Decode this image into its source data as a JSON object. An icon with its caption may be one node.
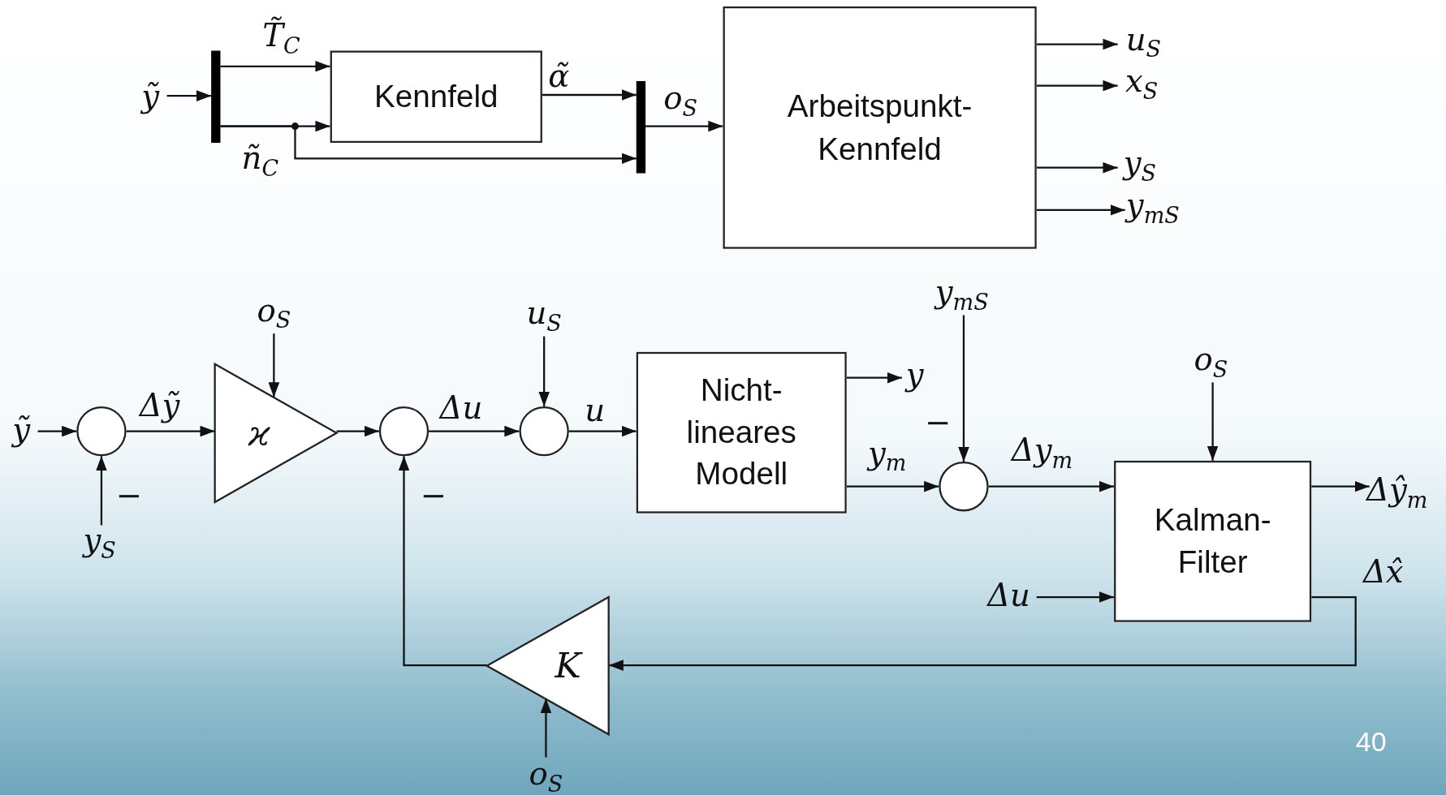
{
  "diagram": {
    "nodes": [
      {
        "text": [
          "ỹ"
        ]
      },
      {
        "text": [],
        "shape": "bar"
      },
      {
        "text": [
          "Kennfeld"
        ]
      },
      {
        "text": [],
        "shape": "bar"
      },
      {
        "text": [
          "Arbeitspunkt- Kennfeld"
        ]
      },
      {
        "text": [
          "u$_{S}$"
        ]
      },
      {
        "text": [
          "x$_{S}$"
        ]
      },
      {
        "text": [
          "y$_{S}$"
        ]
      },
      {
        "text": [
          "y$_{m}$$_{S}$"
        ]
      },
      {
        "text": [
          "ỹ"
        ]
      },
      {
        "text": [],
        "shape": "circle"
      },
      {
        "text": [
          "y$_{S}$"
        ]
      },
      {
        "text": [
          "ϰ"
        ]
      },
      {
        "text": [
          "o$_{S}$"
        ]
      },
      {
        "text": [],
        "shape": "circle"
      },
      {
        "text": [],
        "shape": "circle"
      },
      {
        "text": [
          "u$_{S}$"
        ]
      },
      {
        "text": [
          "Nicht- lineares Modell"
        ]
      },
      {
        "text": [
          "y"
        ]
      },
      {
        "text": [],
        "shape": "circle"
      },
      {
        "text": [
          "y$_{m}$$_{S}$"
        ]
      },
      {
        "text": [
          "o$_{S}$"
        ]
      },
      {
        "text": [
          "Kalman- Filter"
        ]
      },
      {
        "text": [
          "Δŷ$_{m}$"
        ]
      },
      {
        "text": [
          "Δu"
        ]
      },
      {
        "text": [
          "K"
        ]
      },
      {
        "text": [
          "o$_{S}$"
        ]
      }
    ],
    "edges": [
      {
        "from": 0,
        "to": 1,
        "arrow": "to"
      },
      {
        "from": 1,
        "to": 2,
        "arrow": "to",
        "label": "T̃$_{C}$"
      },
      {
        "from": 1,
        "to": 2,
        "arrow": "to",
        "label": "ñ$_{C}$"
      },
      {
        "from": 1,
        "to": 3,
        "arrow": "to"
      },
      {
        "from": 2,
        "to": 3,
        "arrow": "to",
        "label": "α̃"
      },
      {
        "from": 3,
        "to": 4,
        "arrow": "to",
        "label": "o$_{S}$"
      },
      {
        "from": 4,
        "to": 5,
        "arrow": "to"
      },
      {
        "from": 4,
        "to": 6,
        "arrow": "to"
      },
      {
        "from": 4,
        "to": 7,
        "arrow": "to"
      },
      {
        "from": 4,
        "to": 8,
        "arrow": "to"
      },
      {
        "from": 9,
        "to": 10,
        "arrow": "to"
      },
      {
        "from": 10,
        "to": 12,
        "arrow": "to",
        "label": "Δỹ"
      },
      {
        "from": 11,
        "to": 10,
        "arrow": "to",
        "label": "−"
      },
      {
        "from": 13,
        "to": 12,
        "arrow": "to"
      },
      {
        "from": 12,
        "to": 14,
        "arrow": "to"
      },
      {
        "from": 14,
        "to": 15,
        "arrow": "to",
        "label": "Δu"
      },
      {
        "from": 16,
        "to": 15,
        "arrow": "to"
      },
      {
        "from": 15,
        "to": 17,
        "arrow": "to",
        "label": "u"
      },
      {
        "from": 17,
        "to": 18,
        "arrow": "to"
      },
      {
        "from": 17,
        "to": 19,
        "arrow": "to",
        "label": "y$_{m}$"
      },
      {
        "from": 20,
        "to": 19,
        "arrow": "to",
        "label": "−"
      },
      {
        "from": 19,
        "to": 22,
        "arrow": "to",
        "label": "Δy$_{m}$"
      },
      {
        "from": 21,
        "to": 22,
        "arrow": "to"
      },
      {
        "from": 22,
        "to": 23,
        "arrow": "to"
      },
      {
        "from": 24,
        "to": 22,
        "arrow": "to"
      },
      {
        "from": 22,
        "to": 25,
        "arrow": "to",
        "label": "Δx̂"
      },
      {
        "from": 26,
        "to": 25,
        "arrow": "to"
      },
      {
        "from": 25,
        "to": 14,
        "arrow": "to",
        "label": "−"
      }
    ],
    "labels": [
      "40"
    ]
  }
}
